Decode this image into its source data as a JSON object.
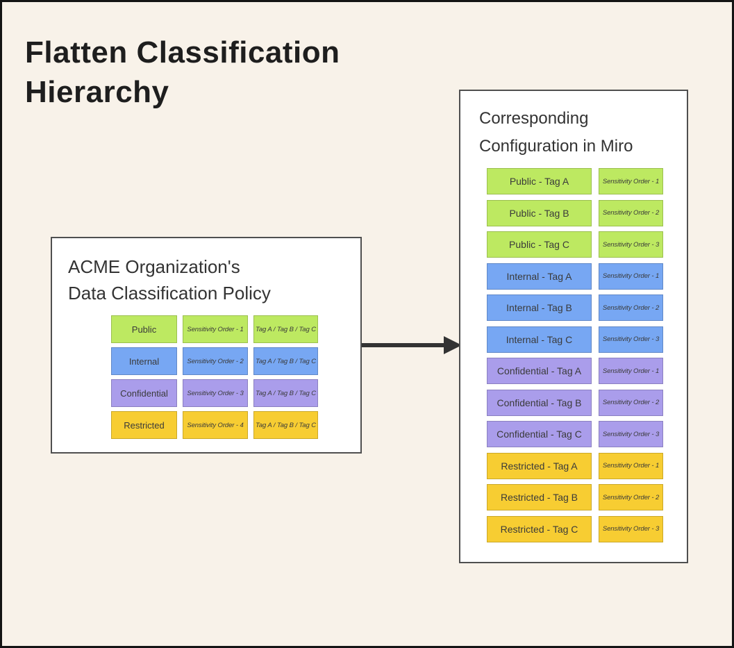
{
  "colors": {
    "background": "#F8F2E9",
    "frame": "#141414",
    "panel_border": "#4F4F4F",
    "arrow": "#333333",
    "green": "#BDE961",
    "blue": "#77A7F3",
    "purple": "#AA9DEB",
    "yellow": "#F7CD32"
  },
  "title": {
    "line1": "Flatten Classification",
    "line2": "Hierarchy"
  },
  "left_panel": {
    "title_line1": "ACME Organization's",
    "title_line2": "Data Classification Policy",
    "rows": [
      {
        "label": "Public",
        "order": "Sensitivity Order - 1",
        "tags": "Tag A / Tag B / Tag C",
        "color": "green"
      },
      {
        "label": "Internal",
        "order": "Sensitivity Order - 2",
        "tags": "Tag A / Tag B / Tag C",
        "color": "blue"
      },
      {
        "label": "Confidential",
        "order": "Sensitivity Order - 3",
        "tags": "Tag A / Tag B / Tag C",
        "color": "purple"
      },
      {
        "label": "Restricted",
        "order": "Sensitivity Order - 4",
        "tags": "Tag A / Tag B / Tag C",
        "color": "yellow"
      }
    ]
  },
  "right_panel": {
    "title_line1": "Corresponding",
    "title_line2": "Configuration in Miro",
    "rows": [
      {
        "label": "Public - Tag A",
        "order": "Sensitivity Order - 1",
        "color": "green"
      },
      {
        "label": "Public - Tag B",
        "order": "Sensitivity Order - 2",
        "color": "green"
      },
      {
        "label": "Public - Tag C",
        "order": "Sensitivity Order - 3",
        "color": "green"
      },
      {
        "label": "Internal - Tag A",
        "order": "Sensitivity Order - 1",
        "color": "blue"
      },
      {
        "label": "Internal - Tag B",
        "order": "Sensitivity Order - 2",
        "color": "blue"
      },
      {
        "label": "Internal - Tag C",
        "order": "Sensitivity Order - 3",
        "color": "blue"
      },
      {
        "label": "Confidential - Tag A",
        "order": "Sensitivity Order - 1",
        "color": "purple"
      },
      {
        "label": "Confidential - Tag B",
        "order": "Sensitivity Order - 2",
        "color": "purple"
      },
      {
        "label": "Confidential - Tag C",
        "order": "Sensitivity Order - 3",
        "color": "purple"
      },
      {
        "label": "Restricted - Tag A",
        "order": "Sensitivity Order - 1",
        "color": "yellow"
      },
      {
        "label": "Restricted - Tag B",
        "order": "Sensitivity Order - 2",
        "color": "yellow"
      },
      {
        "label": "Restricted - Tag C",
        "order": "Sensitivity Order - 3",
        "color": "yellow"
      }
    ]
  }
}
